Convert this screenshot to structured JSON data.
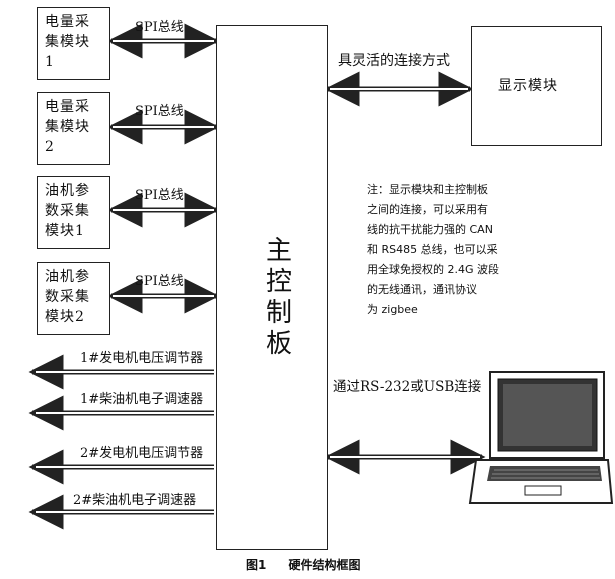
{
  "modules": [
    {
      "id": "m1",
      "lines": [
        "电量采",
        "集模块",
        "1"
      ]
    },
    {
      "id": "m2",
      "lines": [
        "电量采",
        "集模块",
        "2"
      ]
    },
    {
      "id": "m3",
      "lines": [
        "油机参",
        "数采集",
        "模块1"
      ]
    },
    {
      "id": "m4",
      "lines": [
        "油机参",
        "数采集",
        "模块2"
      ]
    }
  ],
  "spi_labels": [
    "SPI总线",
    "SPI总线",
    "SPI总线",
    "SPI总线"
  ],
  "main_board": {
    "chars": [
      "主",
      "控",
      "制",
      "板"
    ]
  },
  "output_labels": [
    "1#发电机电压调节器",
    "1#柴油机电子调速器",
    "2#发电机电压调节器",
    "2#柴油机电子调速器"
  ],
  "display": {
    "label": "显示模块",
    "link_label": "具灵活的连接方式"
  },
  "note": {
    "lines": [
      "注：显示模块和主控制板",
      "之间的连接，可以采用有",
      "线的抗干扰能力强的 CAN",
      "和 RS485 总线，也可以采",
      "用全球免授权的 2.4G 波段",
      "的无线通讯，通讯协议",
      "为 zigbee"
    ]
  },
  "computer": {
    "link_label": "通过RS-232或USB连接",
    "icon": "laptop-icon"
  },
  "caption": {
    "fig": "图1",
    "title": "硬件结构框图"
  }
}
